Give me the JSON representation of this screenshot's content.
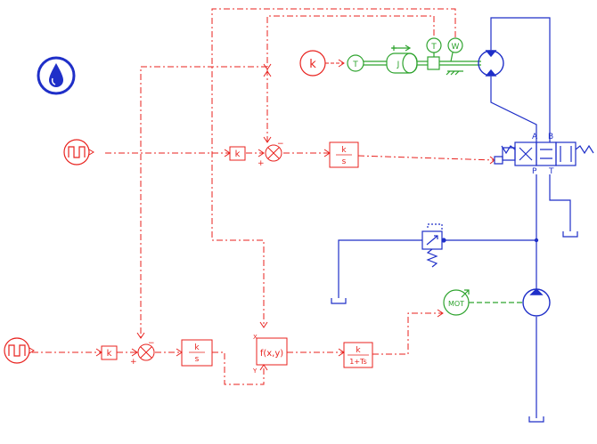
{
  "colors": {
    "signal": "#e8221e",
    "hydraulic": "#1f2fc8",
    "mechanical": "#2ea32e",
    "background": "#ffffff"
  },
  "icons": {
    "fluid_properties": "water-drop-icon"
  },
  "labels": {
    "constant_top": "k",
    "gain_top": "k",
    "integrator_top_num": "k",
    "integrator_top_den": "s",
    "gain_bottom": "k",
    "integrator_bottom_num": "k",
    "integrator_bottom_den": "s",
    "function_block": "f(x,y)",
    "function_x": "X",
    "function_y": "Y",
    "lag_num": "k",
    "lag_den": "1+Ts",
    "sum_top_minus": "−",
    "sum_top_plus": "+",
    "sum_bottom_minus": "−",
    "sum_bottom_plus": "+",
    "torque_source": "T",
    "inertia": "J",
    "torque_sensor": "T",
    "speed_sensor": "W",
    "valve_port_a": "A",
    "valve_port_b": "B",
    "valve_port_p": "P",
    "valve_port_t": "T",
    "motor_label": "MOT"
  }
}
